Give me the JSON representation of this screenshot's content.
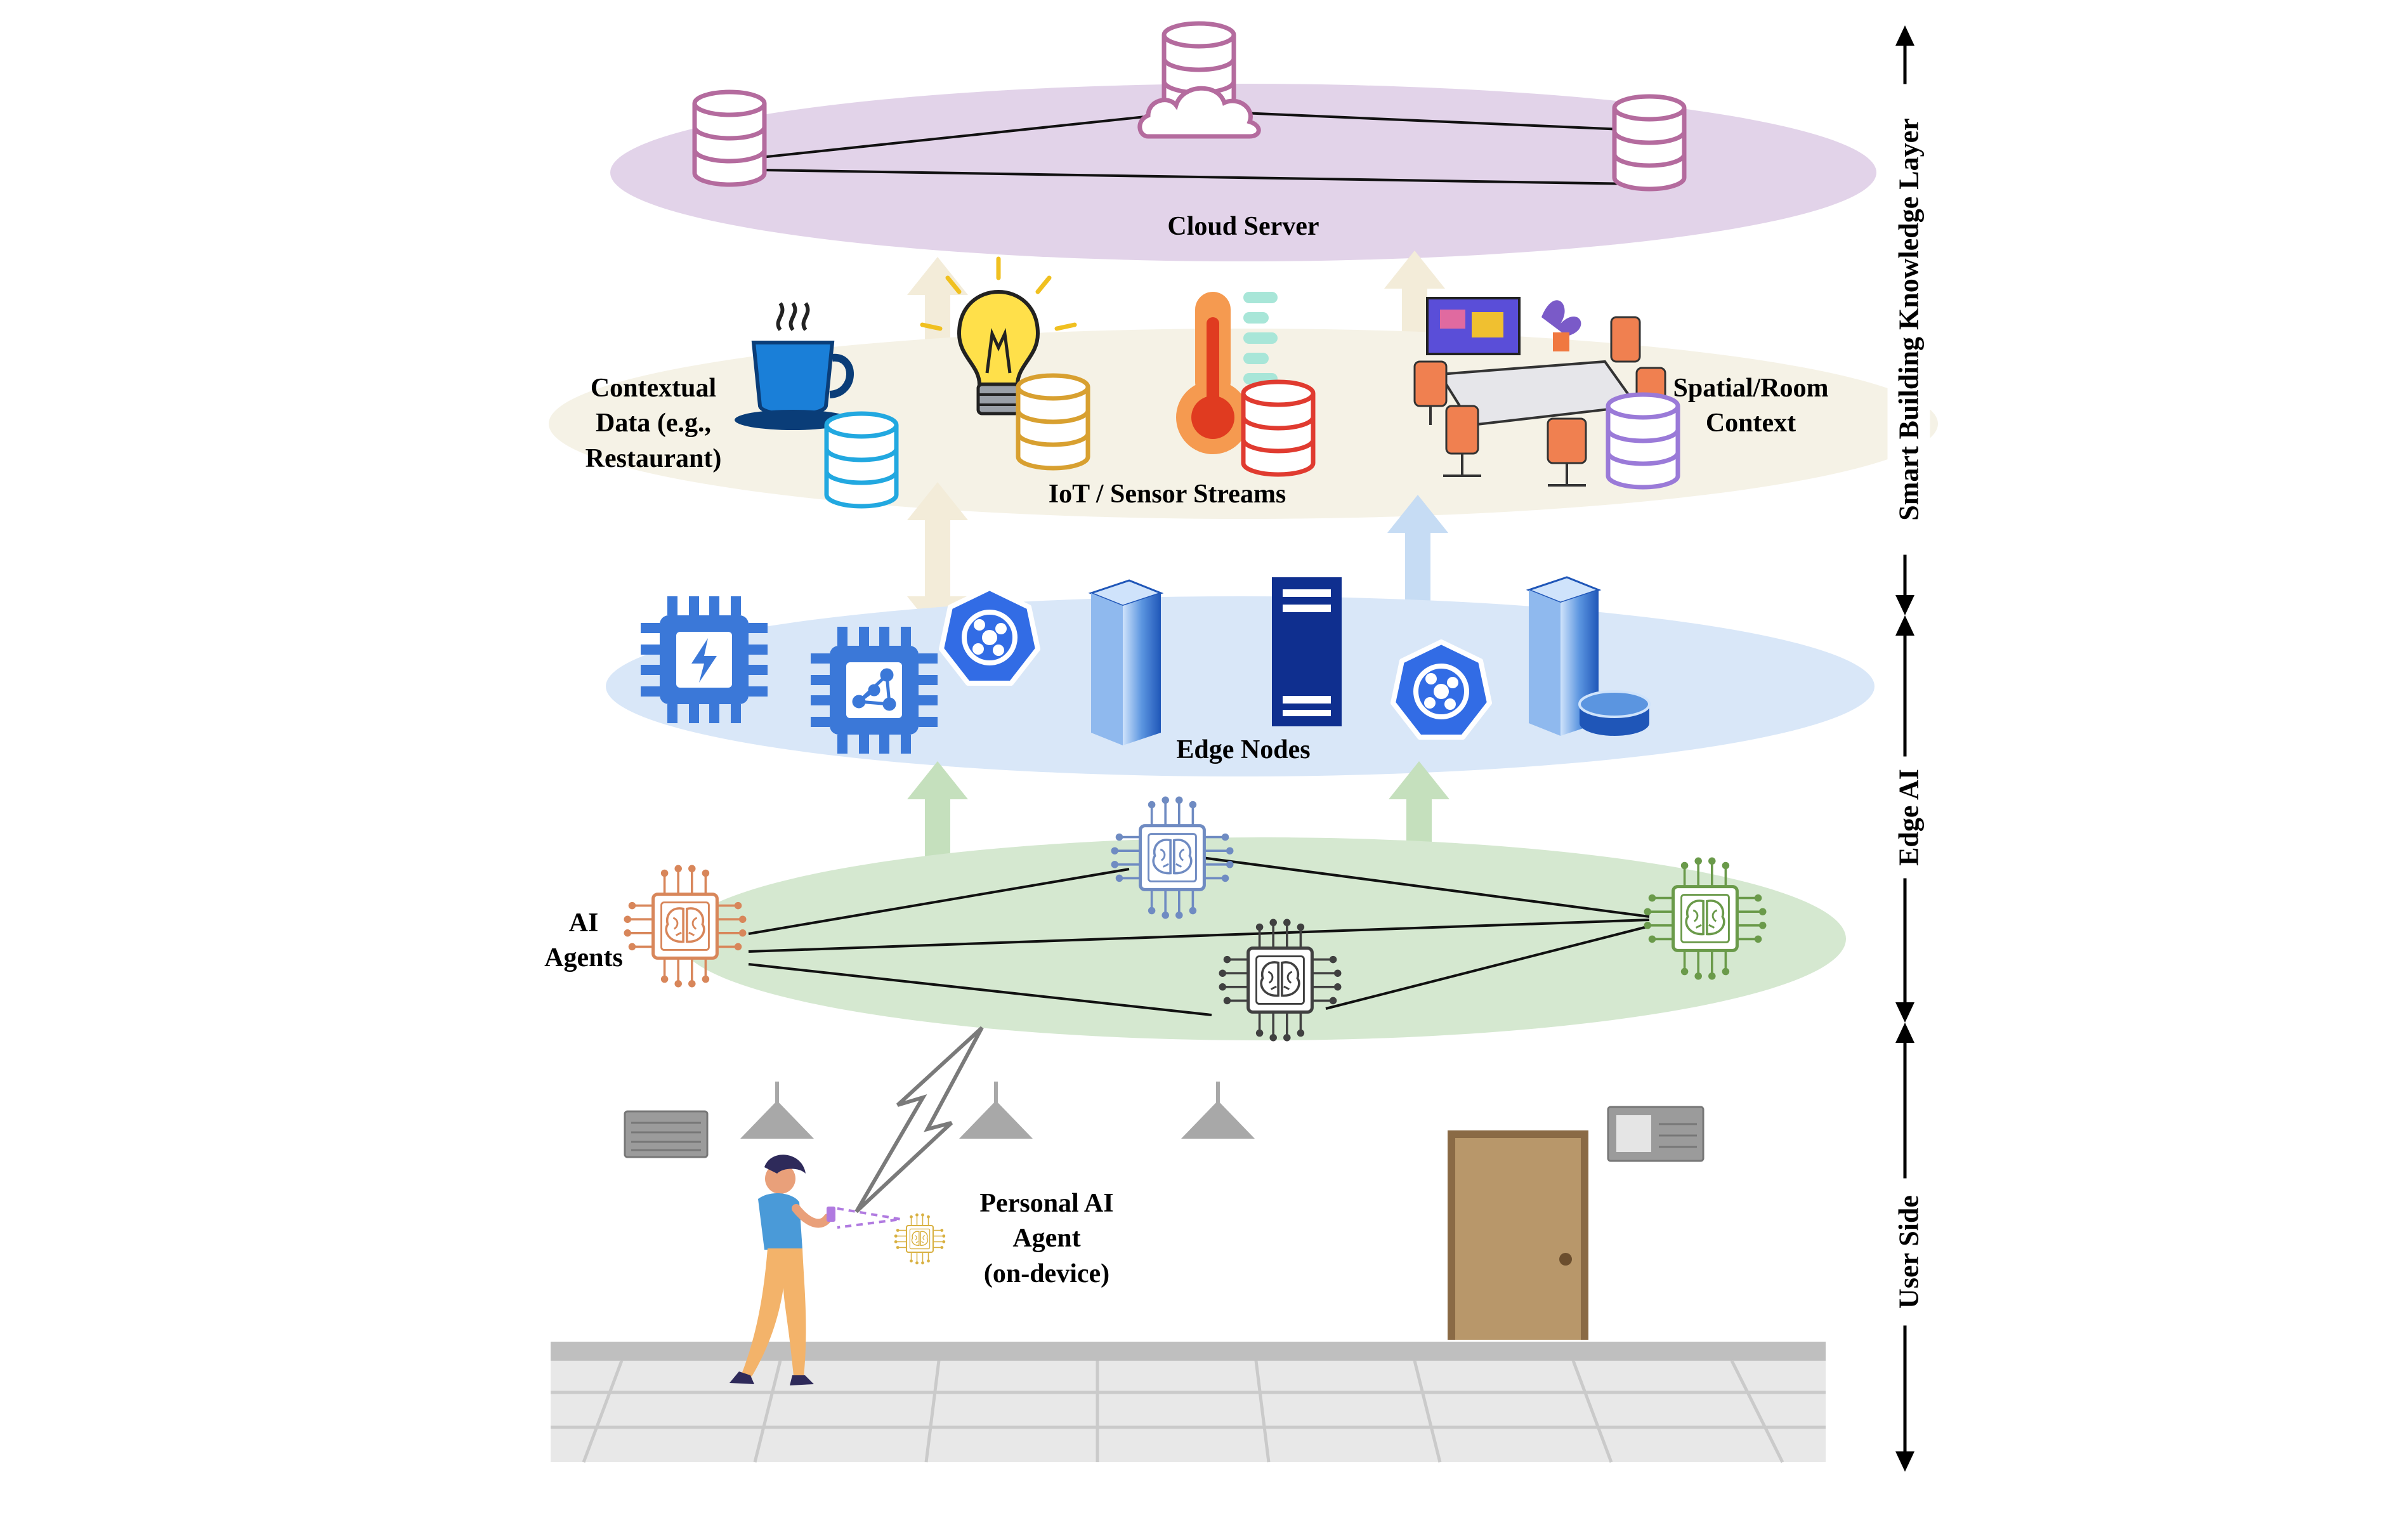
{
  "layers": {
    "cloud": {
      "label": "Cloud Server",
      "color": "#e2d3e9"
    },
    "sensor": {
      "label": "IoT / Sensor Streams",
      "color": "#f5f2e6"
    },
    "edge": {
      "label": "Edge Nodes",
      "color": "#d9e7f8"
    },
    "agents": {
      "label": "AI Agents",
      "label_line1": "AI",
      "label_line2": "Agents",
      "color": "#d5e8d0"
    }
  },
  "contextual": {
    "line1": "Contextual",
    "line2": "Data (e.g.,",
    "line3": "Restaurant)"
  },
  "spatial": {
    "line1": "Spatial/Room",
    "line2": "Context"
  },
  "personal_agent": {
    "line1": "Personal AI",
    "line2": "Agent",
    "line3": "(on-device)"
  },
  "side_axis": {
    "knowledge": "Smart Building Knowledge Layer",
    "edge": "Edge AI",
    "user": "User Side"
  },
  "icons": {
    "cloud_db": "database-icon",
    "cloud_main": "cloud-database-icon",
    "coffee": "coffee-cup-icon",
    "bulb": "light-bulb-icon",
    "thermo": "thermometer-icon",
    "room": "meeting-room-icon",
    "chip": "processor-chip-icon",
    "k8s": "kubernetes-icon",
    "server": "server-tower-icon",
    "brain_chip": "brain-chip-icon",
    "person": "person-with-phone-icon",
    "door": "door-icon",
    "lamp": "ceiling-lamp-icon",
    "ac": "air-conditioner-icon"
  }
}
